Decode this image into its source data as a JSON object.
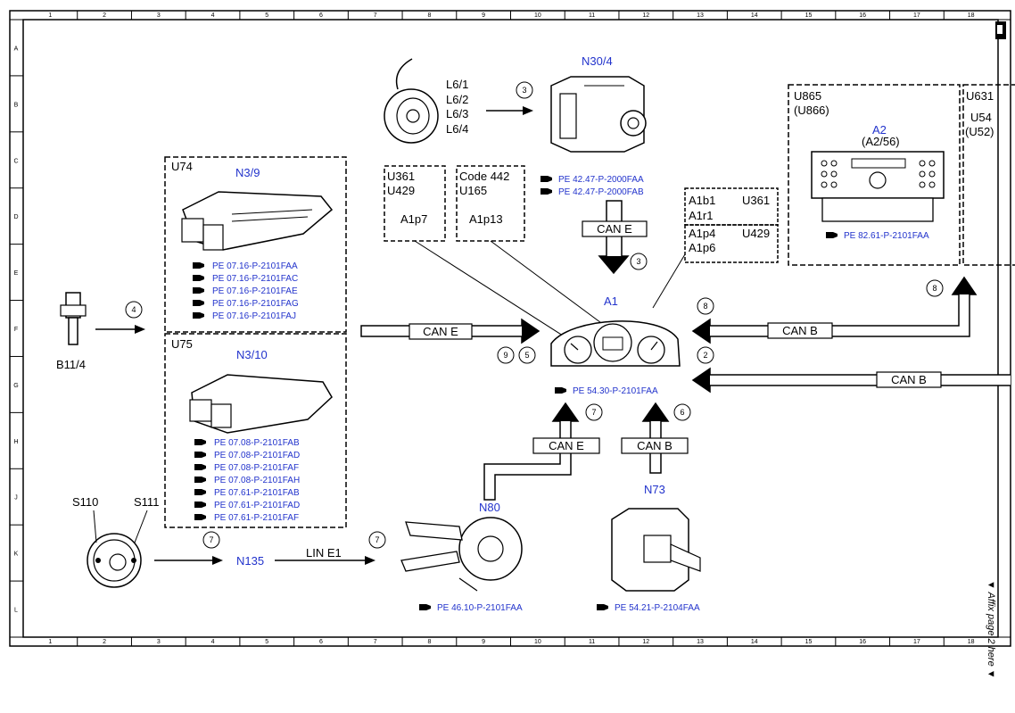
{
  "border": {
    "cols": [
      "1",
      "2",
      "3",
      "4",
      "5",
      "6",
      "7",
      "8",
      "9",
      "10",
      "11",
      "12",
      "13",
      "14",
      "15",
      "16",
      "17",
      "18"
    ],
    "rows": [
      "A",
      "B",
      "C",
      "D",
      "E",
      "F",
      "G",
      "H",
      "J",
      "K",
      "L"
    ]
  },
  "footer_note": "▼ Affix page 2 here ▼",
  "components": {
    "b11_4": "B11/4",
    "wheel_speed": [
      "L6/1",
      "L6/2",
      "L6/3",
      "L6/4"
    ],
    "n30_4": {
      "title": "N30/4",
      "refs": [
        "PE 42.47-P-2000FAA",
        "PE 42.47-P-2000FAB"
      ]
    },
    "n3_9": {
      "code": "U74",
      "title": "N3/9",
      "refs": [
        "PE 07.16-P-2101FAA",
        "PE 07.16-P-2101FAC",
        "PE 07.16-P-2101FAE",
        "PE 07.16-P-2101FAG",
        "PE 07.16-P-2101FAJ"
      ]
    },
    "n3_10": {
      "code": "U75",
      "title": "N3/10",
      "refs": [
        "PE 07.08-P-2101FAB",
        "PE 07.08-P-2101FAD",
        "PE 07.08-P-2101FAF",
        "PE 07.08-P-2101FAH",
        "PE 07.61-P-2101FAB",
        "PE 07.61-P-2101FAD",
        "PE 07.61-P-2101FAF"
      ]
    },
    "box_a1p7": {
      "code1": "U361",
      "code2": "U429",
      "label": "A1p7"
    },
    "box_a1p13": {
      "code1": "Code 442",
      "code2": "U165",
      "label": "A1p13"
    },
    "box_a1b1": {
      "c1": "A1b1",
      "c2": "U361",
      "c3": "A1r1",
      "c4": "A1p4",
      "c5": "U429",
      "c6": "A1p6"
    },
    "a1": {
      "title": "A1",
      "ref": "PE 54.30-P-2101FAA"
    },
    "a2": {
      "code1": "U865",
      "code2": "(U866)",
      "title": "A2",
      "sub": "(A2/56)",
      "ref": "PE 82.61-P-2101FAA"
    },
    "right_box": {
      "code1": "U631",
      "code2": "U54",
      "code3": "(U52)"
    },
    "steering": {
      "s110": "S110",
      "s111": "S111"
    },
    "n135": "N135",
    "n80": {
      "title": "N80",
      "ref": "PE 46.10-P-2101FAA"
    },
    "n73": {
      "title": "N73",
      "ref": "PE 54.21-P-2104FAA"
    }
  },
  "buses": {
    "can_e": "CAN E",
    "can_b": "CAN B",
    "lin_e1": "LIN E1"
  },
  "markers": {
    "m2": "2",
    "m3": "3",
    "m4": "4",
    "m5": "5",
    "m6": "6",
    "m7": "7",
    "m8": "8",
    "m9": "9"
  }
}
